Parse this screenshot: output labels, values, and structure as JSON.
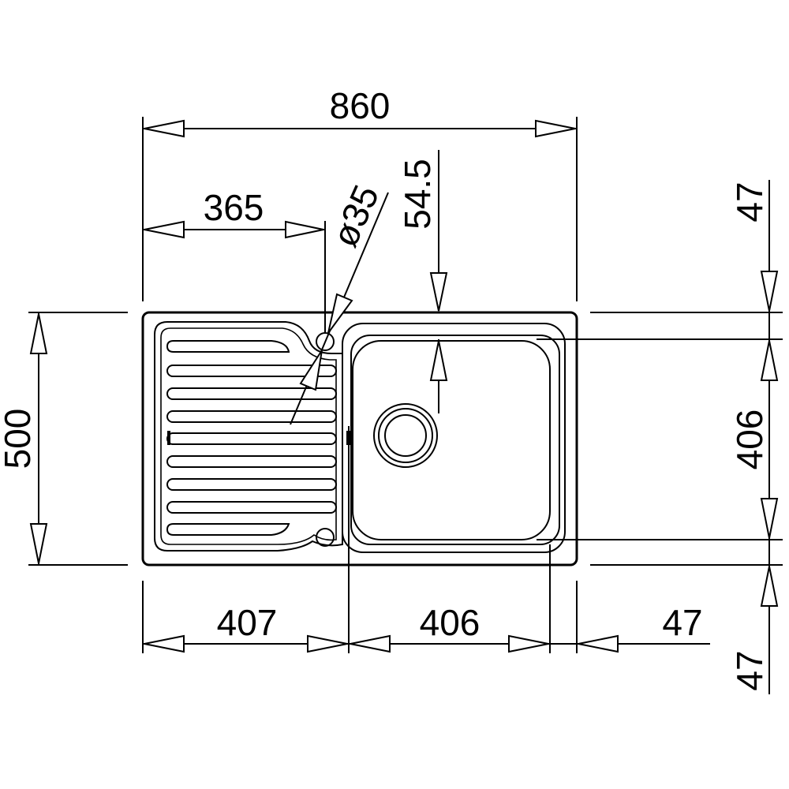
{
  "drawing": {
    "dimensions": {
      "overall_width": "860",
      "tap_offset": "365",
      "tap_hole_diameter": "ø35",
      "bowl_edge_offset": "54.5",
      "overall_depth": "500",
      "drainer_width": "407",
      "bowl_width": "406",
      "right_rim": "47",
      "top_rim": "47",
      "bowl_depth": "406",
      "bottom_rim": "47"
    }
  }
}
